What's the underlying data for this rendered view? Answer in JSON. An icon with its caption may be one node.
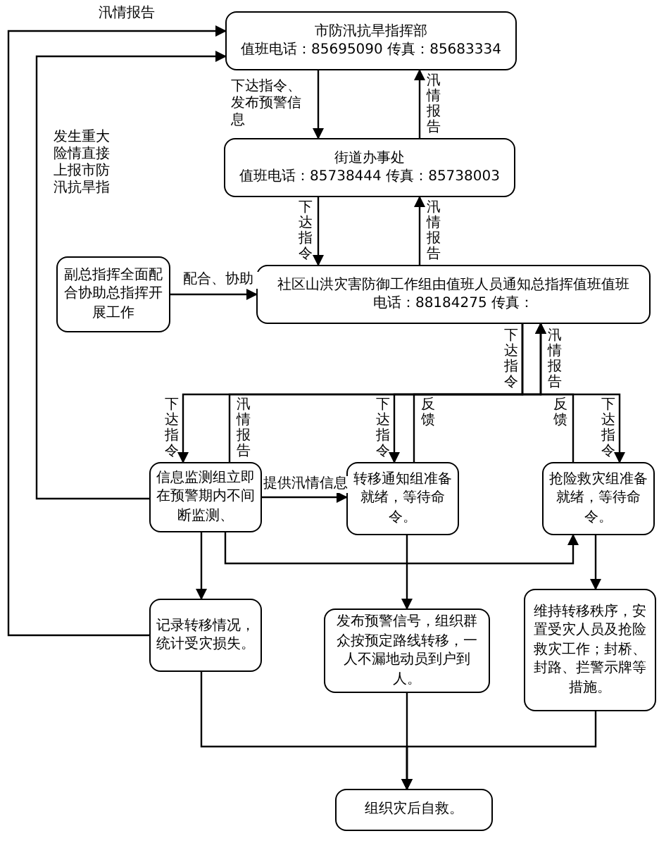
{
  "diagram": {
    "nodes": [
      {
        "text": [
          "市防汛抗旱指挥部",
          "值班电话：85695090 传真：85683334"
        ]
      },
      {
        "text": [
          "街道办事处",
          "值班电话：85738444 传真：85738003"
        ]
      },
      {
        "text": [
          "副总指挥全面配合协助总指挥开展工作"
        ]
      },
      {
        "text": [
          "社区山洪灾害防御工作组由值班人员通知总指挥值班值班",
          "电话：88184275 传真："
        ]
      },
      {
        "text": [
          "信息监测组立即在预警期内不间断监测、"
        ]
      },
      {
        "text": [
          "转移通知组准备就绪，等待命令。"
        ]
      },
      {
        "text": [
          "抢险救灾组准备就绪，等待命令。"
        ]
      },
      {
        "text": [
          "记录转移情况，统计受灾损失。"
        ]
      },
      {
        "text": [
          "发布预警信号，组织群众按预定路线转移，一人不漏地动员到户到人。"
        ]
      },
      {
        "text": [
          "维持转移秩序，安置受灾人员及抢险救灾工作；封桥、封路、拦警示牌等措施。"
        ]
      },
      {
        "text": [
          "组织灾后自救。"
        ]
      }
    ],
    "edges": [
      {
        "from": 7,
        "to": 0,
        "arrow": "to",
        "label": "汛情报告"
      },
      {
        "from": 4,
        "to": 0,
        "arrow": "to",
        "label": "发生重大险情直接上报市防汛抗旱指"
      },
      {
        "from": 0,
        "to": 1,
        "arrow": "to",
        "label": "下达指令、发布预警信息"
      },
      {
        "from": 1,
        "to": 0,
        "arrow": "to",
        "label": "汛情报告"
      },
      {
        "from": 1,
        "to": 3,
        "arrow": "to",
        "label": "下达指令"
      },
      {
        "from": 3,
        "to": 1,
        "arrow": "to",
        "label": "汛情报告"
      },
      {
        "from": 2,
        "to": 3,
        "arrow": "to",
        "label": "配合、协助"
      },
      {
        "from": 3,
        "to": 4,
        "arrow": "to",
        "label": "下达指令"
      },
      {
        "from": 4,
        "to": 3,
        "arrow": "to",
        "label": "汛情报告"
      },
      {
        "from": 3,
        "to": 5,
        "arrow": "to",
        "label": "下达指令"
      },
      {
        "from": 5,
        "to": 3,
        "arrow": "to",
        "label": "反馈"
      },
      {
        "from": 3,
        "to": 6,
        "arrow": "to",
        "label": "下达指令"
      },
      {
        "from": 6,
        "to": 3,
        "arrow": "to",
        "label": "反馈"
      },
      {
        "from": 4,
        "to": 5,
        "arrow": "to",
        "label": "提供汛情信息"
      },
      {
        "from": 4,
        "to": 6,
        "arrow": "to"
      },
      {
        "from": 4,
        "to": 7,
        "arrow": "to"
      },
      {
        "from": 5,
        "to": 8,
        "arrow": "to"
      },
      {
        "from": 6,
        "to": 9,
        "arrow": "to"
      },
      {
        "from": 7,
        "to": 10,
        "arrow": "to"
      },
      {
        "from": 8,
        "to": 10,
        "arrow": "to"
      },
      {
        "from": 9,
        "to": 10,
        "arrow": "to"
      }
    ],
    "labels": [
      "下达指令",
      "汛情报告"
    ]
  }
}
